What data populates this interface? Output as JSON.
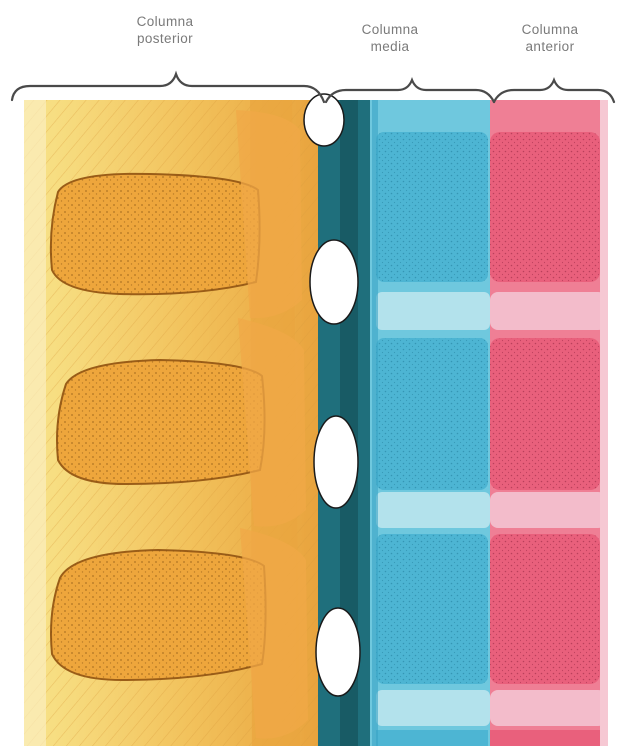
{
  "labels": {
    "posterior": {
      "line1": "Columna",
      "line2": "posterior"
    },
    "media": {
      "line1": "Columna",
      "line2": "media"
    },
    "anterior": {
      "line1": "Columna",
      "line2": "anterior"
    }
  },
  "colors": {
    "posterior_column": "#f2c25c",
    "vertebral_body_posterior": "#eea63c",
    "canal": "#1f6f7c",
    "middle_column": "#58bcd7",
    "middle_disc": "#b3e2ec",
    "anterior_column": "#e9607c",
    "anterior_disc": "#f3bccb",
    "bracket": "#4a4a4a",
    "label_text": "#7a7a7a"
  }
}
